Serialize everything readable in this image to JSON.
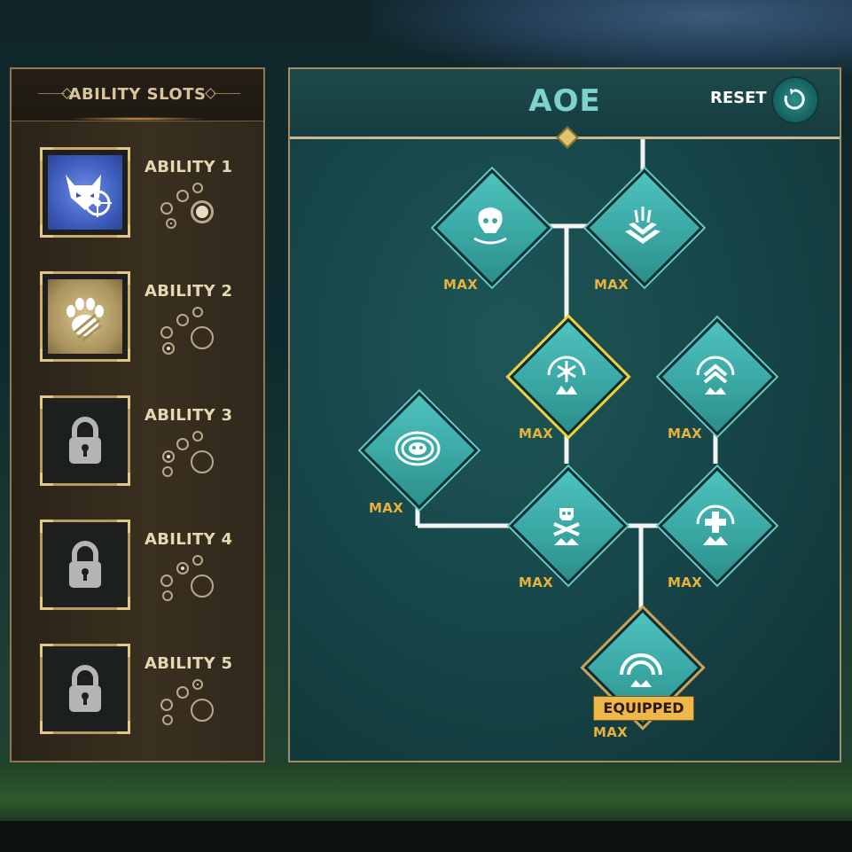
{
  "left_panel": {
    "title": "ABILITY SLOTS",
    "slots": [
      {
        "label": "ABILITY 1",
        "icon": "crosshair-cat-icon",
        "state": "equipped-blue",
        "pips_filled": 1
      },
      {
        "label": "ABILITY 2",
        "icon": "paw-slash-icon",
        "state": "equipped-gold",
        "pips_filled": 1
      },
      {
        "label": "ABILITY 3",
        "icon": "lock-icon",
        "state": "locked",
        "pips_filled": 1
      },
      {
        "label": "ABILITY 4",
        "icon": "lock-icon",
        "state": "locked",
        "pips_filled": 1
      },
      {
        "label": "ABILITY 5",
        "icon": "lock-icon",
        "state": "locked",
        "pips_filled": 1
      }
    ]
  },
  "tree": {
    "title": "AOE",
    "reset_label": "RESET",
    "nodes": [
      {
        "id": "skull-wave",
        "icon": "skull-wave-icon",
        "status": "MAX"
      },
      {
        "id": "spike-burst",
        "icon": "spike-burst-icon",
        "status": "MAX"
      },
      {
        "id": "frost-blast",
        "icon": "snowflake-icon",
        "status": "MAX",
        "selected": true
      },
      {
        "id": "chevron-blast",
        "icon": "chevron-up-icon",
        "status": "MAX"
      },
      {
        "id": "skull-ripple",
        "icon": "skull-ripple-icon",
        "status": "MAX"
      },
      {
        "id": "poison-blast",
        "icon": "crossbones-icon",
        "status": "MAX"
      },
      {
        "id": "heal-blast",
        "icon": "plus-icon",
        "status": "MAX"
      },
      {
        "id": "shockwave",
        "icon": "shockwave-icon",
        "status": "MAX",
        "badge": "EQUIPPED"
      }
    ]
  },
  "colors": {
    "accent_teal": "#4fc3bf",
    "max_gold": "#e7b33b",
    "selected_yellow": "#f2d13a",
    "panel_border": "#a28e62"
  }
}
